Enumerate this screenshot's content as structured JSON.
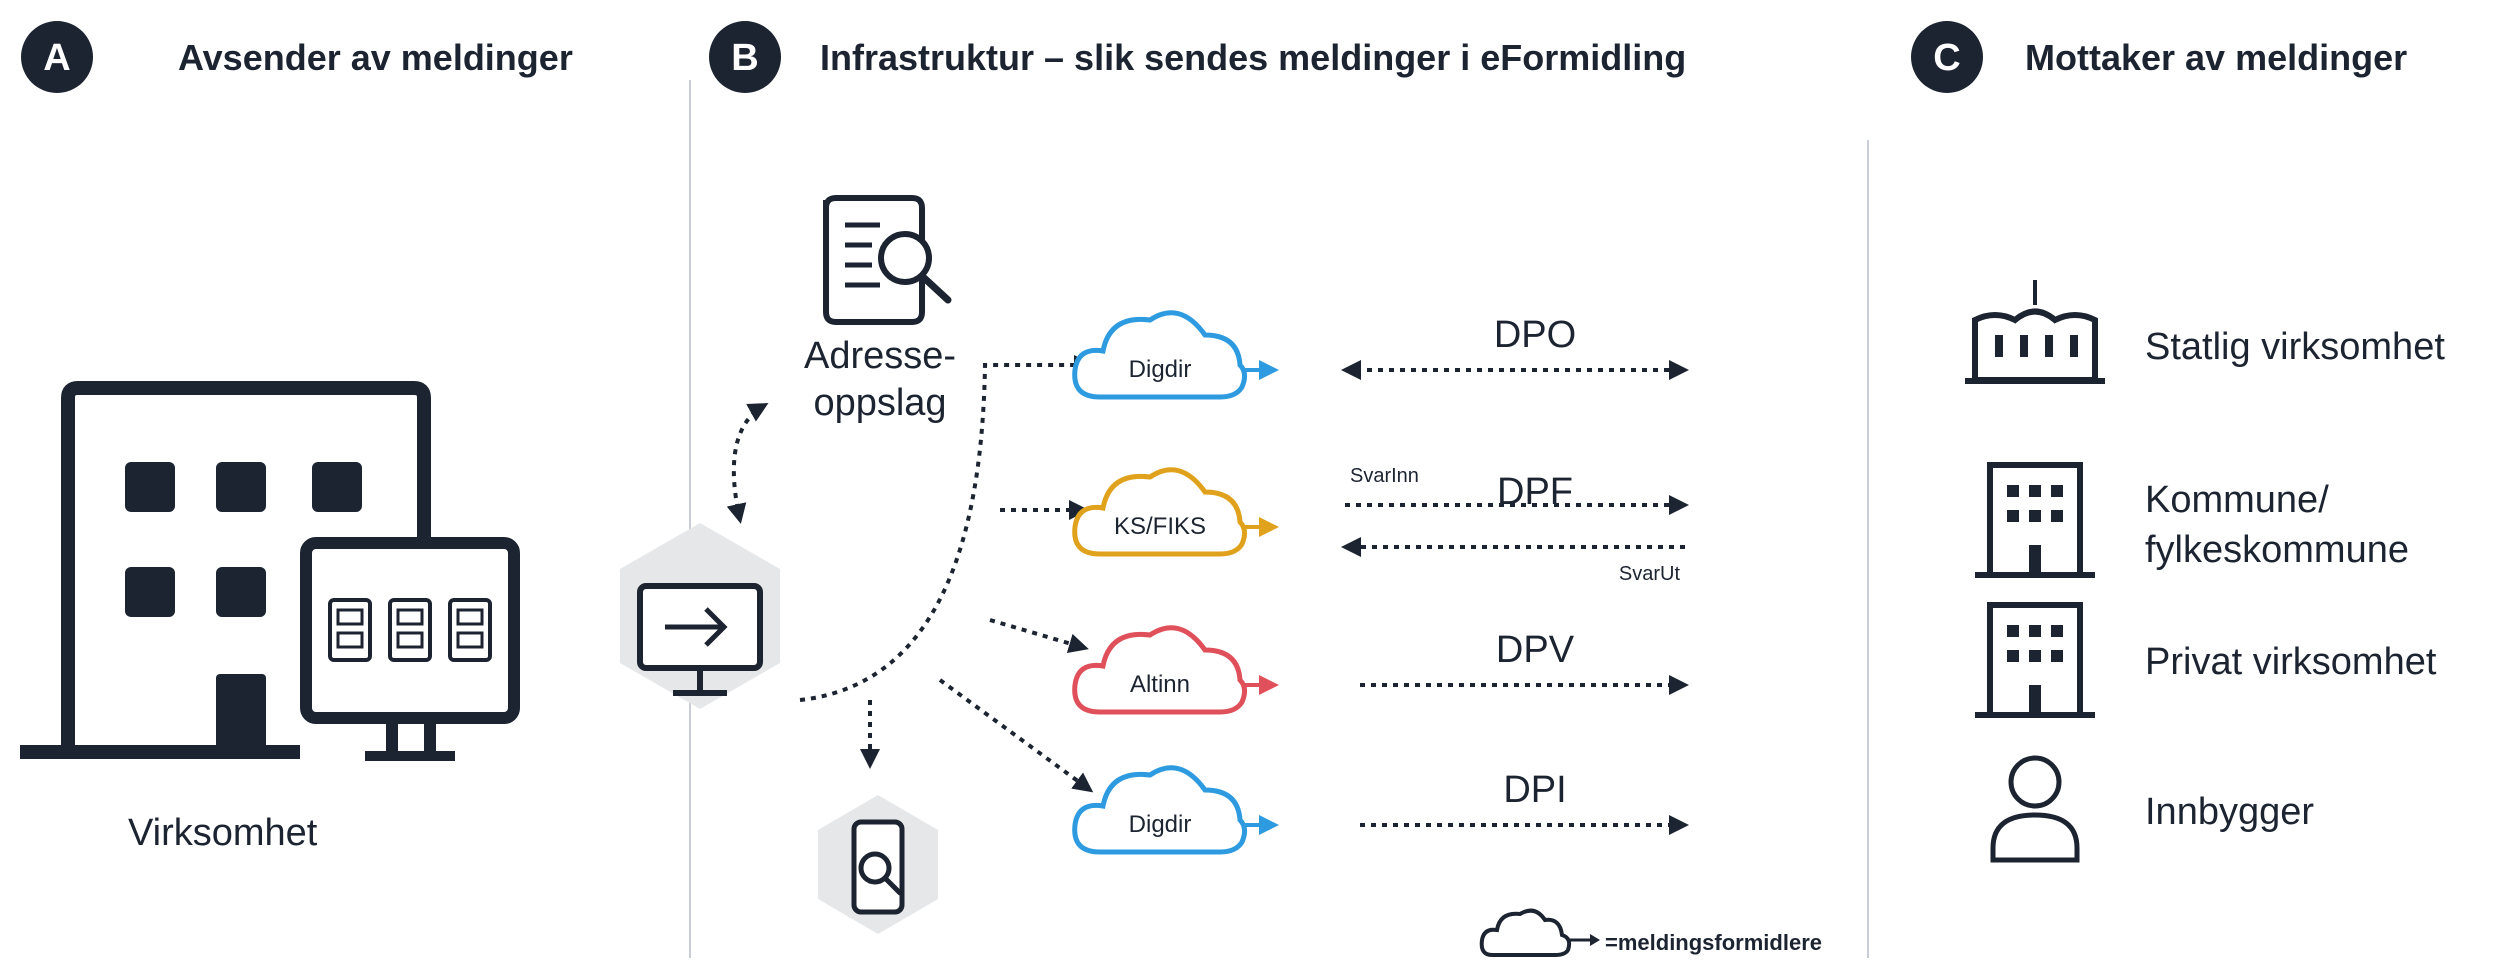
{
  "sections": [
    {
      "badge": "A",
      "title": "Avsender av meldinger"
    },
    {
      "badge": "B",
      "title": "Infrastruktur – slik sendes meldinger i eFormidling"
    },
    {
      "badge": "C",
      "title": "Mottaker av meldinger"
    }
  ],
  "sender": {
    "label": "Virksomhet"
  },
  "address_lookup": {
    "line1": "Adresse-",
    "line2": "oppslag"
  },
  "channels": [
    {
      "cloud": "Digdir",
      "code": "DPO",
      "color": "#2e9be0"
    },
    {
      "cloud": "KS/FIKS",
      "code": "DPF",
      "color": "#e0a21c",
      "sub_in": "SvarInn",
      "sub_out": "SvarUt"
    },
    {
      "cloud": "Altinn",
      "code": "DPV",
      "color": "#e0505a"
    },
    {
      "cloud": "Digdir",
      "code": "DPI",
      "color": "#2e9be0"
    }
  ],
  "legend": {
    "text": "=meldingsformidlere"
  },
  "receivers": [
    {
      "icon": "government-building-icon",
      "label1": "Statlig virksomhet",
      "label2": ""
    },
    {
      "icon": "office-building-icon",
      "label1": "Kommune/",
      "label2": "fylkeskommune"
    },
    {
      "icon": "office-building-icon",
      "label1": "Privat virksomhet",
      "label2": ""
    },
    {
      "icon": "person-icon",
      "label1": "Innbygger",
      "label2": ""
    }
  ],
  "colors": {
    "dark": "#1c2431",
    "divider": "#c9ced6",
    "hexagon": "#e6e7e9",
    "digdir": "#2e9be0",
    "ks": "#e0a21c",
    "altinn": "#e0505a"
  }
}
